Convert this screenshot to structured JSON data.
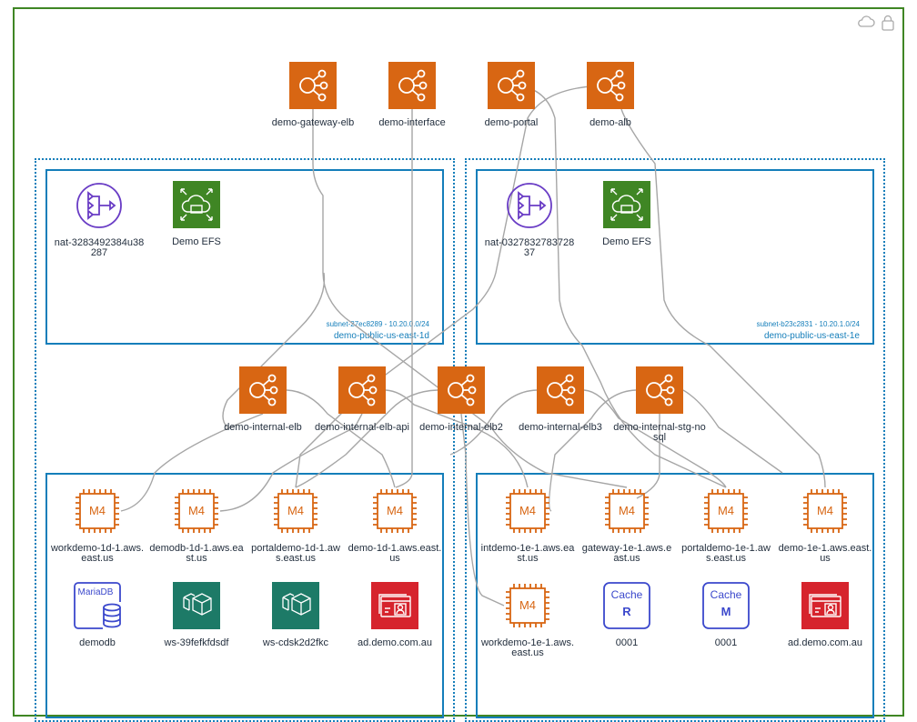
{
  "colors": {
    "vpc_border": "#3f8624",
    "subnet_border": "#147eba",
    "elb": "#d86613",
    "ec2": "#d86613",
    "nat": "#693cc5",
    "efs": "#3f8624",
    "workspaces": "#1d7a67",
    "directory": "#d6242d",
    "database": "#3b48cc",
    "connector": "#a6a6a6"
  },
  "header_icons": [
    "cloud-icon",
    "lock-icon"
  ],
  "top_elbs": [
    {
      "label": "demo-gateway-elb",
      "icon": "elb"
    },
    {
      "label": "demo-interface",
      "icon": "elb"
    },
    {
      "label": "demo-portal",
      "icon": "elb"
    },
    {
      "label": "demo-alb",
      "icon": "elb"
    }
  ],
  "public_subnets": [
    {
      "id": "subnet-27ec8289 - 10.20.0.0/24",
      "name": "demo-public-us-east-1d",
      "nodes": [
        {
          "label": "nat-3283492384u38287",
          "icon": "nat"
        },
        {
          "label": "Demo EFS",
          "icon": "efs"
        }
      ]
    },
    {
      "id": "subnet-b23c2831 - 10.20.1.0/24",
      "name": "demo-public-us-east-1e",
      "nodes": [
        {
          "label": "nat-032783278372837",
          "icon": "nat"
        },
        {
          "label": "Demo EFS",
          "icon": "efs"
        }
      ]
    }
  ],
  "internal_elbs": [
    {
      "label": "demo-internal-elb",
      "icon": "elb"
    },
    {
      "label": "demo-internal-elb-api",
      "icon": "elb"
    },
    {
      "label": "demo-internal-elb2",
      "icon": "elb"
    },
    {
      "label": "demo-internal-elb3",
      "icon": "elb"
    },
    {
      "label": "demo-internal-stg-nosql",
      "icon": "elb"
    }
  ],
  "private_subnets": [
    {
      "nodes": [
        {
          "label": "workdemo-1d-1.aws.east.us",
          "icon": "ec2",
          "text": "M4"
        },
        {
          "label": "demodb-1d-1.aws.east.us",
          "icon": "ec2",
          "text": "M4"
        },
        {
          "label": "portaldemo-1d-1.aws.east.us",
          "icon": "ec2",
          "text": "M4"
        },
        {
          "label": "demo-1d-1.aws.east.us",
          "icon": "ec2",
          "text": "M4"
        },
        {
          "label": "demodb",
          "icon": "mariadb",
          "text": "MariaDB"
        },
        {
          "label": "ws-39fefkfdsdf",
          "icon": "workspaces"
        },
        {
          "label": "ws-cdsk2d2fkc",
          "icon": "workspaces"
        },
        {
          "label": "ad.demo.com.au",
          "icon": "directory"
        }
      ]
    },
    {
      "nodes": [
        {
          "label": "intdemo-1e-1.aws.east.us",
          "icon": "ec2",
          "text": "M4"
        },
        {
          "label": "gateway-1e-1.aws.east.us",
          "icon": "ec2",
          "text": "M4"
        },
        {
          "label": "portaldemo-1e-1.aws.east.us",
          "icon": "ec2",
          "text": "M4"
        },
        {
          "label": "demo-1e-1.aws.east.us",
          "icon": "ec2",
          "text": "M4"
        },
        {
          "label": "workdemo-1e-1.aws.east.us",
          "icon": "ec2",
          "text": "M4"
        },
        {
          "label": "0001",
          "icon": "cache",
          "text": "Cache",
          "sub": "R"
        },
        {
          "label": "0001",
          "icon": "cache",
          "text": "Cache",
          "sub": "M"
        },
        {
          "label": "ad.demo.com.au",
          "icon": "directory"
        }
      ]
    }
  ]
}
